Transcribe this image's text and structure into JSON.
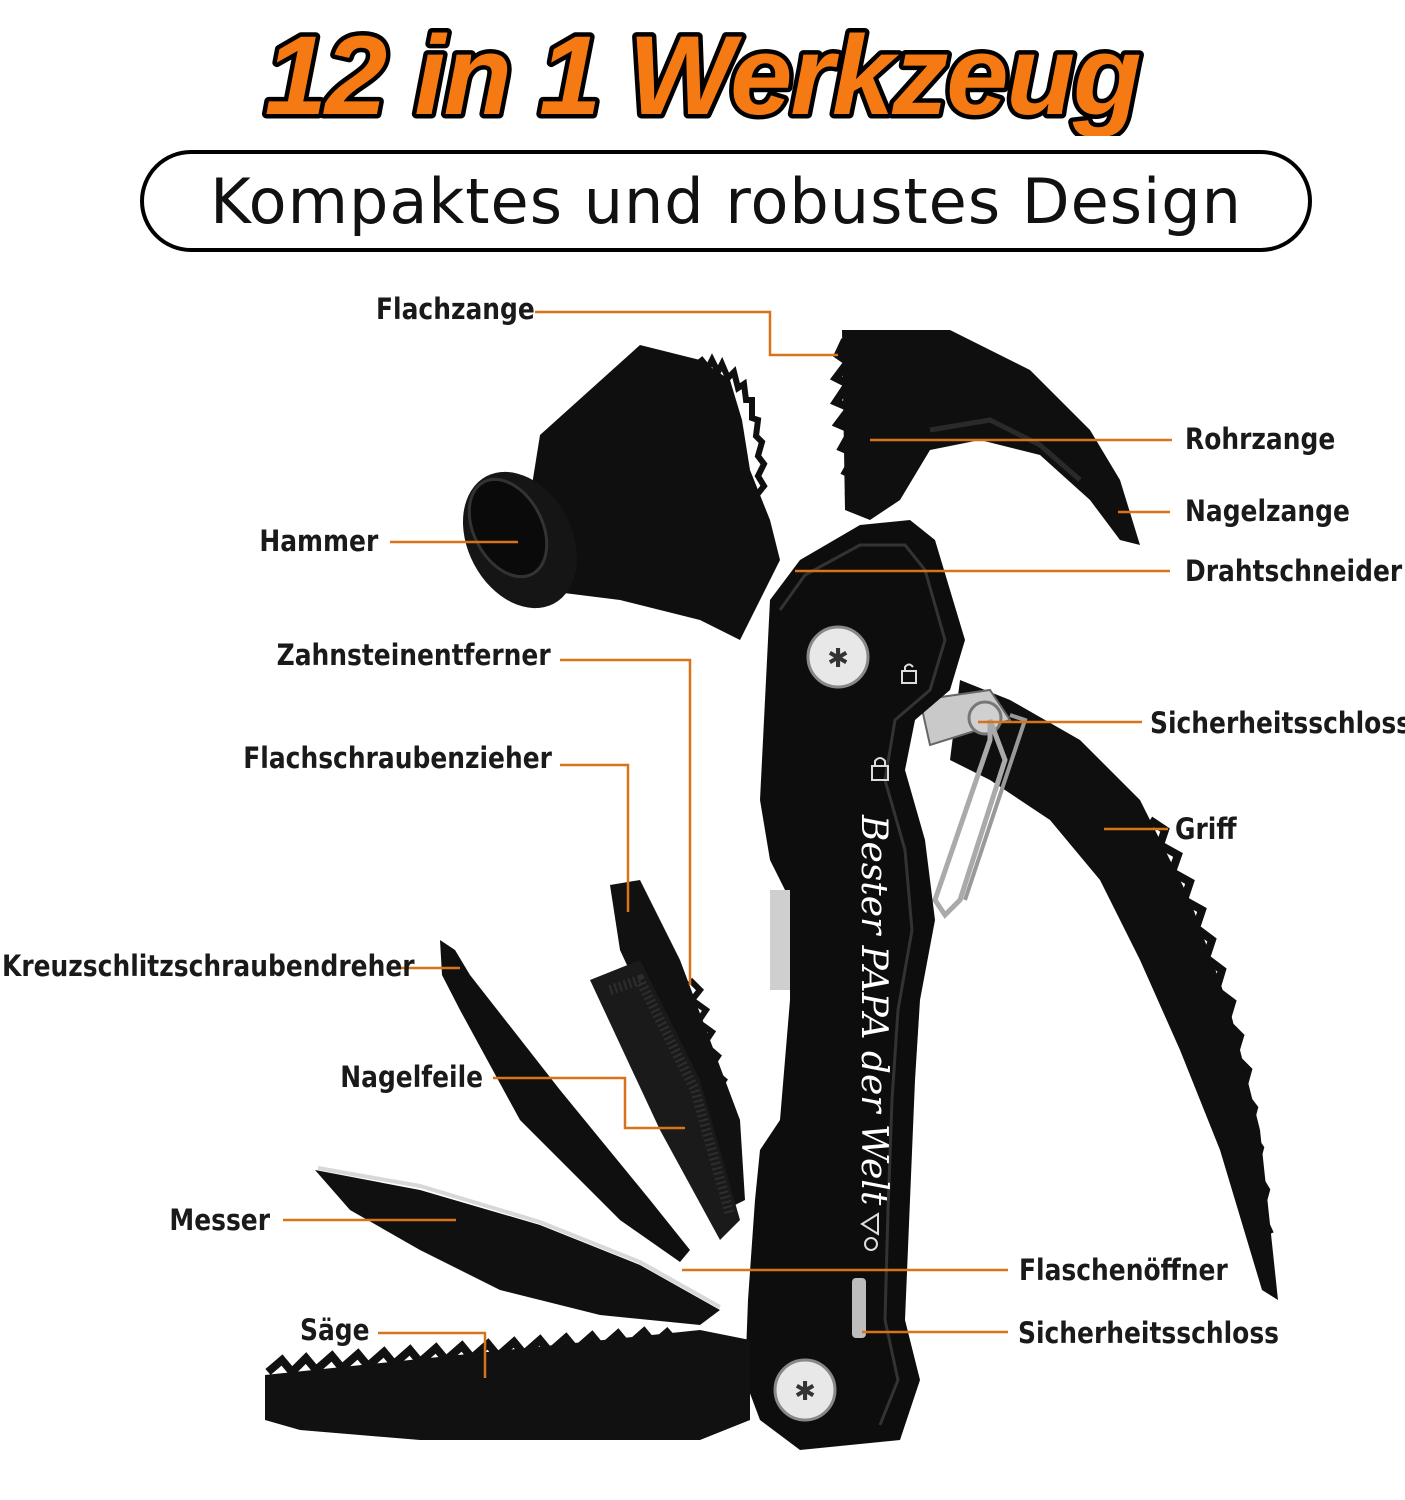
{
  "headline": {
    "text": "12 in 1 Werkzeug",
    "fill_color": "#f57a14",
    "outline_color": "#000000"
  },
  "subtitle": "Kompaktes und robustes Design",
  "engraving": "Bester PAPA der Welt",
  "leader_color": "#d9731a",
  "labels": {
    "flachzange": "Flachzange",
    "rohrzange": "Rohrzange",
    "nagelzange": "Nagelzange",
    "hammer": "Hammer",
    "drahtschneider": "Drahtschneider",
    "zahnsteinentferner": "Zahnsteinentferner",
    "sicherheitsschloss_top": "Sicherheitsschloss",
    "flachschraubenzieher": "Flachschraubenzieher",
    "griff": "Griff",
    "kreuzschlitz": "Kreuzschlitzschraubendreher",
    "nagelfeile": "Nagelfeile",
    "messer": "Messer",
    "flaschenoeffner": "Flaschenöffner",
    "saege": "Säge",
    "sicherheitsschloss_bottom": "Sicherheitsschloss"
  }
}
